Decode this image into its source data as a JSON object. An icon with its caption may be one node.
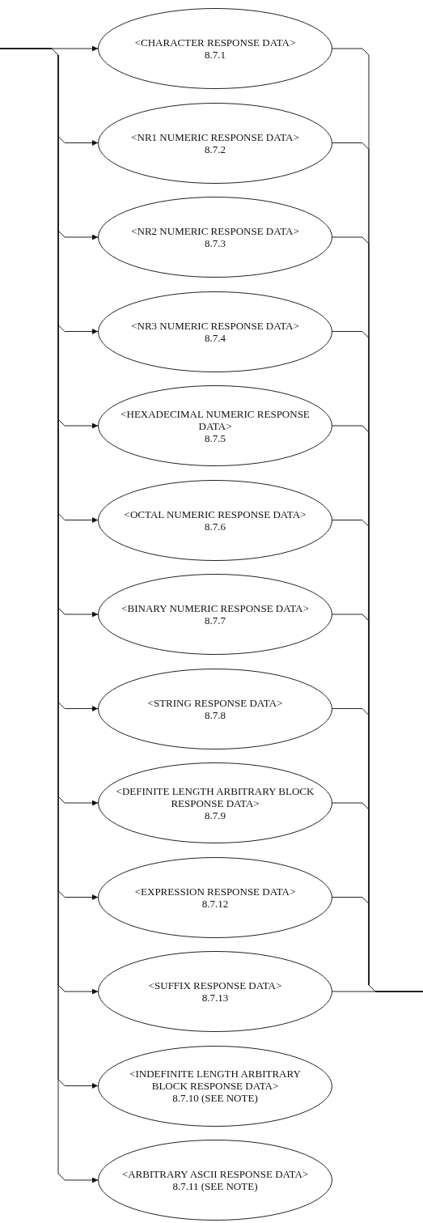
{
  "diagram": {
    "nodes": [
      {
        "text": [
          "<CHARACTER RESPONSE DATA>",
          "8.7.1"
        ]
      },
      {
        "text": [
          "<NR1 NUMERIC RESPONSE DATA>",
          "8.7.2"
        ]
      },
      {
        "text": [
          "<NR2 NUMERIC RESPONSE DATA>",
          "8.7.3"
        ]
      },
      {
        "text": [
          "<NR3 NUMERIC RESPONSE DATA>",
          "8.7.4"
        ]
      },
      {
        "text": [
          "<HEXADECIMAL NUMERIC RESPONSE DATA>",
          "8.7.5"
        ]
      },
      {
        "text": [
          "<OCTAL NUMERIC RESPONSE DATA>",
          "8.7.6"
        ]
      },
      {
        "text": [
          "<BINARY NUMERIC RESPONSE DATA>",
          "8.7.7"
        ]
      },
      {
        "text": [
          "<STRING RESPONSE DATA>",
          "8.7.8"
        ]
      },
      {
        "text": [
          "<DEFINITE LENGTH ARBITRARY BLOCK RESPONSE DATA>",
          "8.7.9"
        ]
      },
      {
        "text": [
          "<EXPRESSION RESPONSE DATA>",
          "8.7.12"
        ]
      },
      {
        "text": [
          "<SUFFIX RESPONSE DATA>",
          "8.7.13"
        ]
      },
      {
        "text": [
          "<INDEFINITE LENGTH ARBITRARY BLOCK RESPONSE DATA>",
          "8.7.10 (SEE NOTE)"
        ]
      },
      {
        "text": [
          "<ARBITRARY ASCII RESPONSE DATA>",
          "8.7.11 (SEE NOTE)"
        ]
      }
    ],
    "edges": [
      {
        "from": null,
        "to": 0,
        "arrow": "to"
      },
      {
        "from": null,
        "to": 1,
        "arrow": "to"
      },
      {
        "from": null,
        "to": 2,
        "arrow": "to"
      },
      {
        "from": null,
        "to": 3,
        "arrow": "to"
      },
      {
        "from": null,
        "to": 4,
        "arrow": "to"
      },
      {
        "from": null,
        "to": 5,
        "arrow": "to"
      },
      {
        "from": null,
        "to": 6,
        "arrow": "to"
      },
      {
        "from": null,
        "to": 7,
        "arrow": "to"
      },
      {
        "from": null,
        "to": 8,
        "arrow": "to"
      },
      {
        "from": null,
        "to": 9,
        "arrow": "to"
      },
      {
        "from": null,
        "to": 10,
        "arrow": "to"
      },
      {
        "from": null,
        "to": 11,
        "arrow": "to"
      },
      {
        "from": null,
        "to": 12,
        "arrow": "to"
      },
      {
        "from": 0,
        "to": null,
        "arrow": "none"
      },
      {
        "from": 1,
        "to": null,
        "arrow": "none"
      },
      {
        "from": 2,
        "to": null,
        "arrow": "none"
      },
      {
        "from": 3,
        "to": null,
        "arrow": "none"
      },
      {
        "from": 4,
        "to": null,
        "arrow": "none"
      },
      {
        "from": 5,
        "to": null,
        "arrow": "none"
      },
      {
        "from": 6,
        "to": null,
        "arrow": "none"
      },
      {
        "from": 7,
        "to": null,
        "arrow": "none"
      },
      {
        "from": 8,
        "to": null,
        "arrow": "none"
      },
      {
        "from": 9,
        "to": null,
        "arrow": "none"
      },
      {
        "from": 10,
        "to": null,
        "arrow": "none"
      }
    ]
  }
}
